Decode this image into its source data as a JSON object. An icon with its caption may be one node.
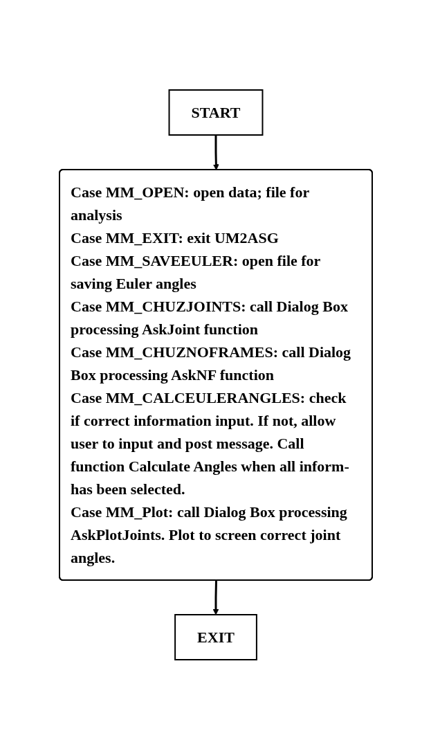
{
  "diagram": {
    "nodes": [
      {
        "text": [
          "START"
        ]
      },
      {
        "text": [
          "Case MM_OPEN: open data; file for analysis",
          "Case MM_EXIT: exit UM2ASG",
          "Case MM_SAVEEULER: open file for saving Euler angles",
          "Case MM_CHUZJOINTS: call Dialog Box processing AskJoint function",
          "Case MM_CHUZNOFRAMES: call Dialog Box processing AskNF function",
          "Case MM_CALCEULERANGLES: check if correct information input. If not, allow user to input and post message. Call function Calculate Angles when all inform- has been selected.",
          "Case MM_Plot: call Dialog Box processing AskPlotJoints. Plot to screen correct joint angles."
        ]
      },
      {
        "text": [
          "EXIT"
        ]
      }
    ],
    "edges": [
      {
        "from": 0,
        "to": 1,
        "arrow": "to"
      },
      {
        "from": 1,
        "to": 2,
        "arrow": "to"
      }
    ]
  }
}
